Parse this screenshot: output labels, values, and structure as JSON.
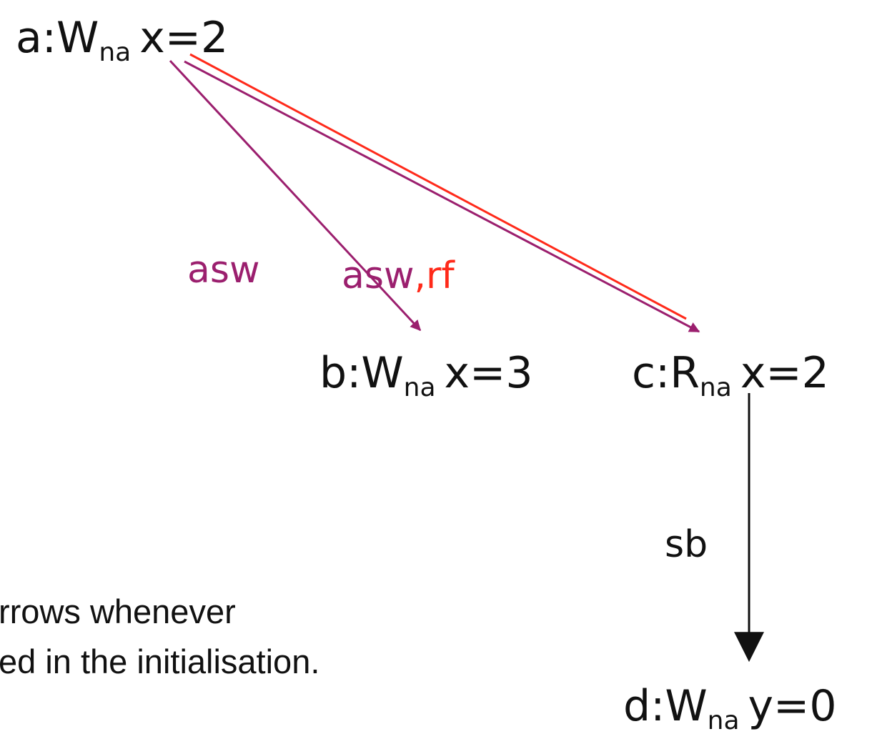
{
  "colors": {
    "asw": "#9b1f6e",
    "rf": "#ff2a1a",
    "sb": "#111111",
    "text": "#111111"
  },
  "nodes": {
    "a": {
      "event": "a",
      "kind": "W",
      "sub": "na",
      "expr": "x=2"
    },
    "b": {
      "event": "b",
      "kind": "W",
      "sub": "na",
      "expr": "x=3"
    },
    "c": {
      "event": "c",
      "kind": "R",
      "sub": "na",
      "expr": "x=2"
    },
    "d": {
      "event": "d",
      "kind": "W",
      "sub": "na",
      "expr": "y=0"
    }
  },
  "edges": {
    "a_b": {
      "label": "asw"
    },
    "a_c": {
      "label_a": "asw",
      "sep": ",",
      "label_b": "rf"
    },
    "c_d": {
      "label": "sb"
    }
  },
  "caption": {
    "line1": "rrows whenever",
    "line2": "ed in the initialisation."
  }
}
